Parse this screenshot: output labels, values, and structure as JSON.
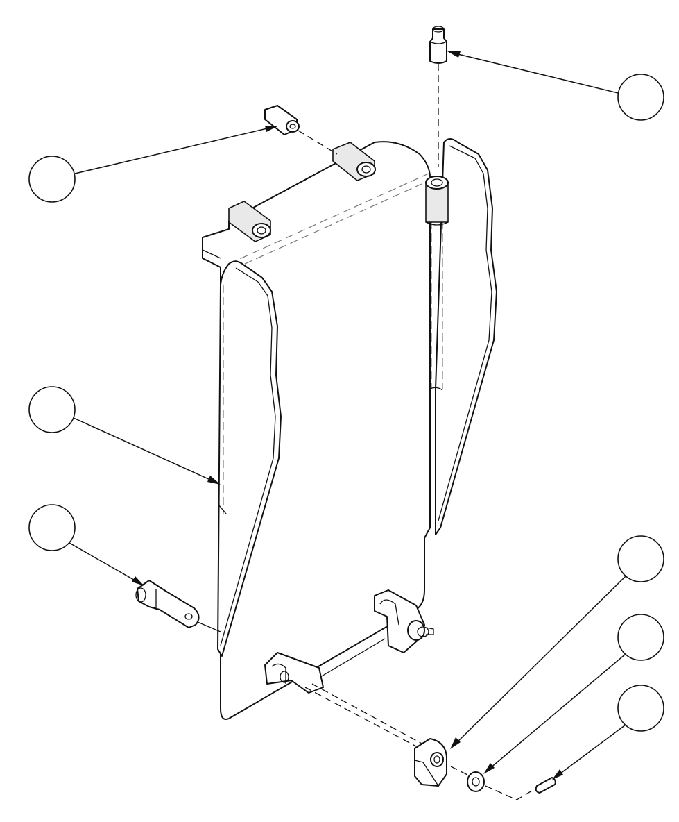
{
  "figure": {
    "kind": "exploded-assembly-drawing",
    "line_color": "#111111",
    "background": "#ffffff",
    "balloon_count": 7,
    "balloons": [
      {
        "id": "balloon-pin-top",
        "label": ""
      },
      {
        "id": "balloon-standoff-left",
        "label": ""
      },
      {
        "id": "balloon-side-plate",
        "label": ""
      },
      {
        "id": "balloon-hinge-pin",
        "label": ""
      },
      {
        "id": "balloon-block",
        "label": ""
      },
      {
        "id": "balloon-washer",
        "label": ""
      },
      {
        "id": "balloon-clip-pin",
        "label": ""
      }
    ]
  }
}
